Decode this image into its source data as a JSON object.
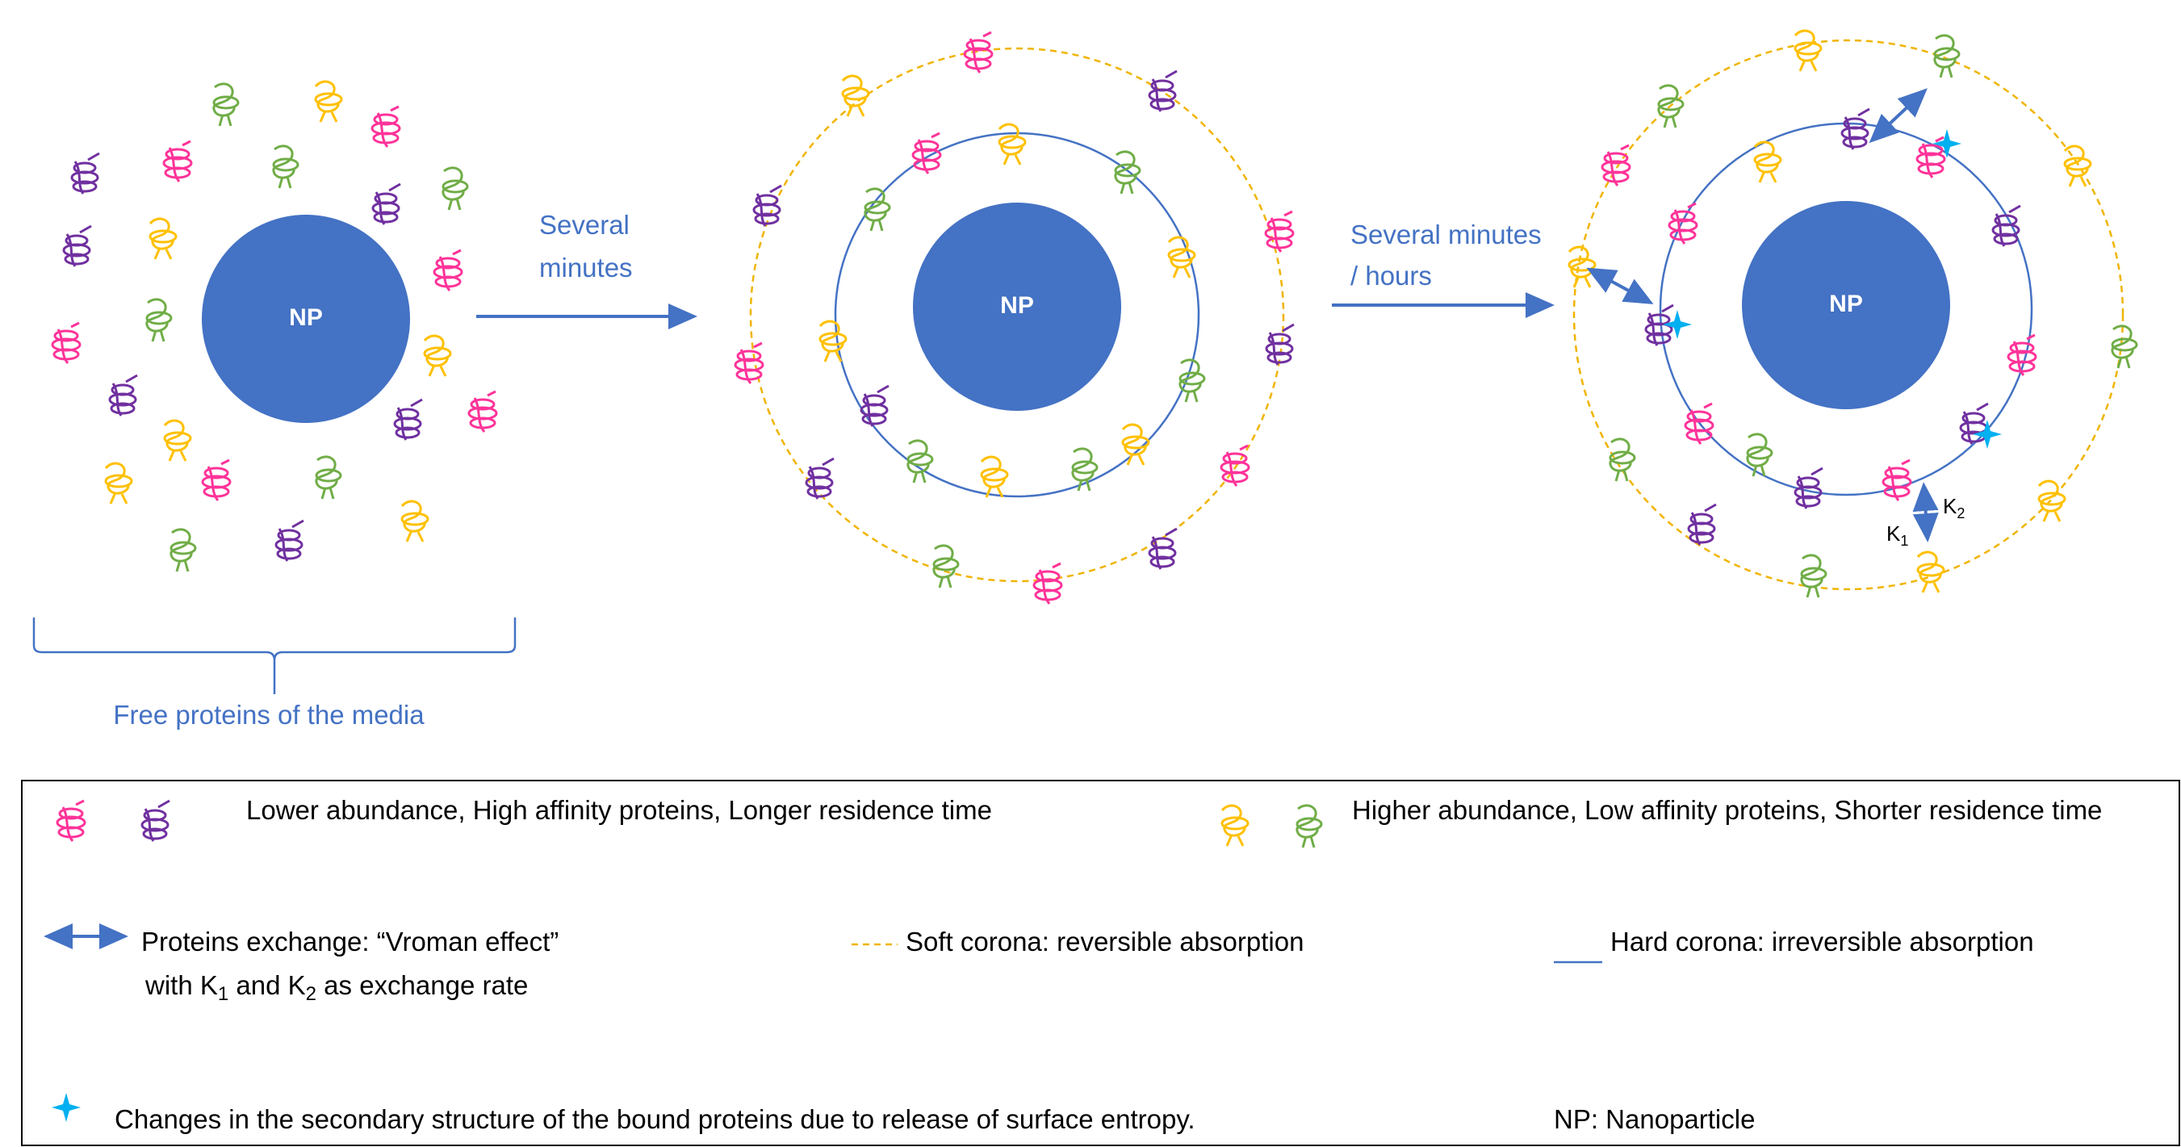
{
  "colors": {
    "nanoparticle": "#4472c4",
    "arrow": "#4472c4",
    "hard_corona": "#4472c4",
    "soft_corona": "#f0b400",
    "protein_pink": "#ff3399",
    "protein_purple": "#7030a0",
    "protein_yellow": "#ffc000",
    "protein_green": "#70ad47",
    "structure_change_star": "#00b0f0"
  },
  "diagram": {
    "np_label": "NP",
    "arrow1_label_line1": "Several",
    "arrow1_label_line2": "minutes",
    "arrow2_label_line1": "Several minutes",
    "arrow2_label_line2": "/ hours",
    "free_proteins_label": "Free proteins of the media",
    "k1_label": "K",
    "k1_sub": "1",
    "k2_label": "K",
    "k2_sub": "2"
  },
  "legend": {
    "high_affinity": "Lower abundance, High affinity proteins, Longer residence time",
    "low_affinity": "Higher abundance, Low affinity proteins, Shorter residence time",
    "exchange_line1": "Proteins exchange: “Vroman effect”",
    "exchange_line2_pre": "with K",
    "exchange_line2_sub1": "1",
    "exchange_line2_mid": " and K",
    "exchange_line2_sub2": "2",
    "exchange_line2_post": " as exchange rate",
    "soft_corona": "Soft corona: reversible absorption",
    "hard_corona": "Hard corona: irreversible absorption",
    "structure_change": "Changes in the secondary structure of the bound proteins due to release of surface entropy.",
    "np_definition": "NP: Nanoparticle"
  }
}
